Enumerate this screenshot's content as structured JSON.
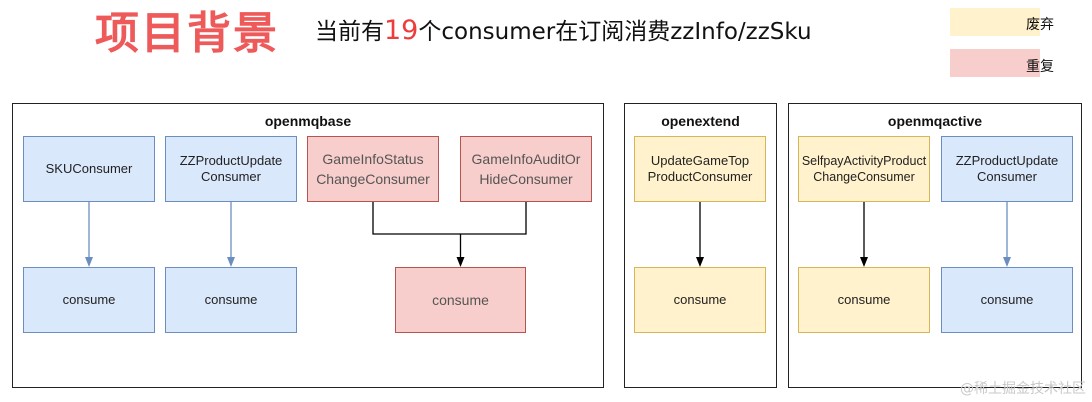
{
  "header": {
    "title": "项目背景",
    "subtitle_prefix": "当前有",
    "subtitle_count": "19",
    "subtitle_suffix": "个consumer在订阅消费zzInfo/zzSku"
  },
  "legend": [
    {
      "label": "废弃",
      "color": "#fff2cc"
    },
    {
      "label": "重复",
      "color": "#f8cecc"
    }
  ],
  "groups": {
    "openmqbase": {
      "title": "openmqbase",
      "nodes": {
        "sku_consumer": "SKUConsumer",
        "zzproduct_update": "ZZProductUpdate\nConsumer",
        "gameinfo_status": "GameInfoStatus\nChangeConsumer",
        "gameinfo_audit": "GameInfoAuditOr\nHideConsumer",
        "consume_1": "consume",
        "consume_2": "consume",
        "consume_3": "consume"
      }
    },
    "openextend": {
      "title": "openextend",
      "nodes": {
        "update_gametop": "UpdateGameTop\nProductConsumer",
        "consume": "consume"
      }
    },
    "openmqactive": {
      "title": "openmqactive",
      "nodes": {
        "selfpay_activity": "SelfpayActivityProduct\nChangeConsumer",
        "zzproduct_update": "ZZProductUpdate\nConsumer",
        "consume_1": "consume",
        "consume_2": "consume"
      }
    }
  },
  "watermark": "@稀土掘金技术社区"
}
